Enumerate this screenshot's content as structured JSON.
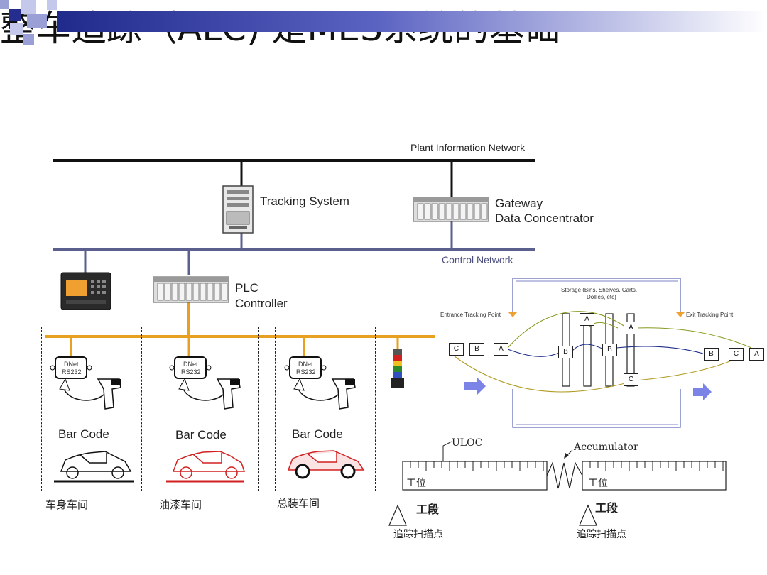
{
  "title": "整车追踪（ALC) 是MES系统的基础",
  "network": {
    "plant_label": "Plant Information Network",
    "control_label": "Control Network",
    "tracking_system": "Tracking System",
    "gateway_line1": "Gateway",
    "gateway_line2": "Data Concentrator",
    "plc_line1": "PLC",
    "plc_line2": "Controller"
  },
  "stations": [
    {
      "dnet": "DNet",
      "rs": "RS232",
      "barcode": "Bar Code",
      "workshop": "车身车间"
    },
    {
      "dnet": "DNet",
      "rs": "RS232",
      "barcode": "Bar Code",
      "workshop": "油漆车间"
    },
    {
      "dnet": "DNet",
      "rs": "RS232",
      "barcode": "Bar Code",
      "workshop": "总装车间"
    }
  ],
  "storage": {
    "title_line1": "Storage (Bins, Shelves, Carts,",
    "title_line2": "Dollies, etc)",
    "entrance": "Entrance Tracking Point",
    "exit": "Exit Tracking Point",
    "boxes": {
      "in_c": "C",
      "in_b": "B",
      "in_a": "A",
      "a1": "A",
      "b1": "B",
      "b2": "B",
      "a2": "A",
      "c1": "C",
      "out_b": "B",
      "out_c": "C",
      "out_a": "A"
    }
  },
  "line": {
    "uloc": "ULOC",
    "accumulator": "Accumulator",
    "pos_left": "工位",
    "pos_right": "工位",
    "section_left": "工段",
    "section_right": "工段",
    "scan_left": "追踪扫描点",
    "scan_right": "追踪扫描点"
  },
  "colors": {
    "plant_bus": "#111111",
    "control_bus": "#5a5f8e",
    "device_bus": "#e8a020",
    "accent_blue": "#7c83e6",
    "car_red": "#d22020"
  }
}
